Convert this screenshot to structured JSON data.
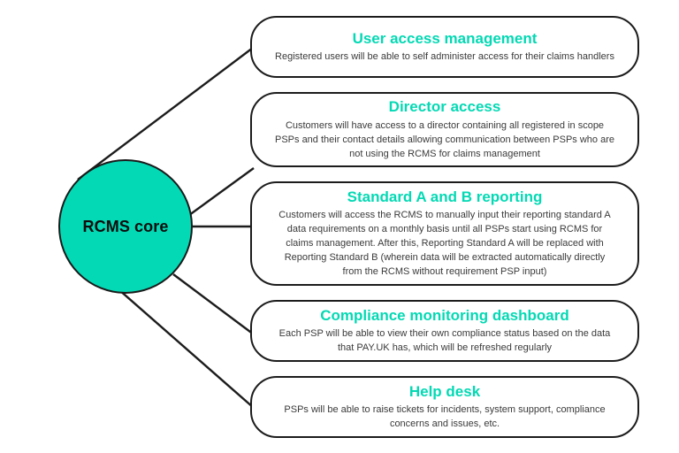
{
  "diagram": {
    "type": "hub-and-spoke",
    "colors": {
      "accent": "#03d9b4",
      "outline": "#1c1c1c",
      "body_text": "#3a3a3a",
      "background": "#ffffff"
    },
    "hub": {
      "label": "RCMS core"
    },
    "nodes": [
      {
        "title": "User access management",
        "body": "Registered users will be able to self administer access for their claims handlers"
      },
      {
        "title": "Director access",
        "body": "Customers will have access to a director containing all registered in scope PSPs and their contact details allowing communication between PSPs who are not using the RCMS for claims management"
      },
      {
        "title": "Standard A and B reporting",
        "body": "Customers will access the RCMS to manually input their reporting standard A data requirements on a monthly basis until all PSPs start using RCMS for claims management. After this, Reporting Standard A will be replaced with Reporting Standard B (wherein data will be extracted automatically directly from the RCMS without requirement PSP input)"
      },
      {
        "title": "Compliance monitoring dashboard",
        "body": "Each PSP will be able to view their own compliance status based on the data that PAY.UK has, which will be refreshed regularly"
      },
      {
        "title": "Help desk",
        "body": "PSPs will be able to raise tickets for incidents, system support, compliance concerns and issues, etc."
      }
    ],
    "connectors": [
      {
        "from": "hub",
        "to": "User access management"
      },
      {
        "from": "hub",
        "to": "Director access"
      },
      {
        "from": "hub",
        "to": "Standard A and B reporting"
      },
      {
        "from": "hub",
        "to": "Compliance monitoring dashboard"
      },
      {
        "from": "hub",
        "to": "Help desk"
      }
    ]
  }
}
